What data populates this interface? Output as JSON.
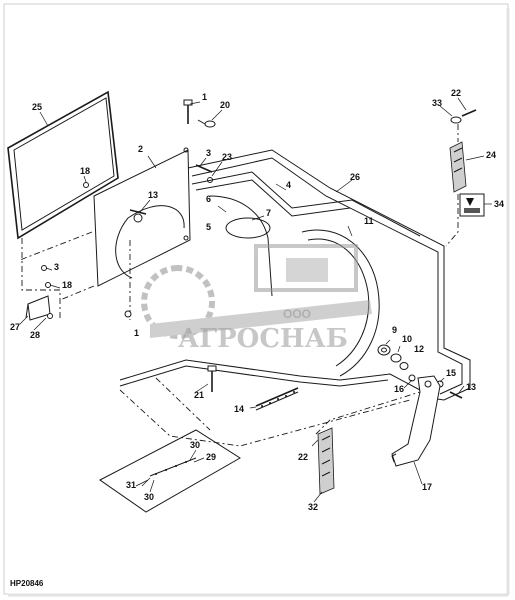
{
  "diagram": {
    "drawing_code": "HP20846",
    "watermark": {
      "small_text": "ООО",
      "brand_text": "АГРОСНАБ"
    },
    "callouts": {
      "c25": "25",
      "c18a": "18",
      "c1a": "1",
      "c20": "20",
      "c2": "2",
      "c3a": "3",
      "c23": "23",
      "c13a": "13",
      "c6": "6",
      "c5": "5",
      "c4": "4",
      "c26": "26",
      "c7": "7",
      "c11": "11",
      "c33": "33",
      "c22a": "22",
      "c24": "24",
      "c34": "34",
      "c3b": "3",
      "c18b": "18",
      "c27": "27",
      "c28": "28",
      "c1b": "1",
      "c9": "9",
      "c10": "10",
      "c12": "12",
      "c15": "15",
      "c16": "16",
      "c13b": "13",
      "c21": "21",
      "c14": "14",
      "c17": "17",
      "c22b": "22",
      "c30a": "30",
      "c29": "29",
      "c31": "31",
      "c30b": "30",
      "c32": "32"
    }
  }
}
